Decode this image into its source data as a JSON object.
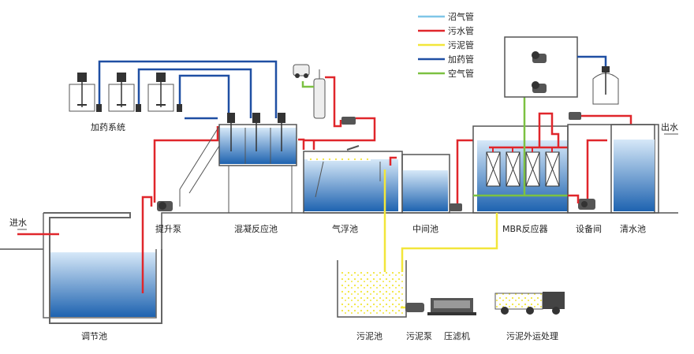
{
  "legend": [
    {
      "label": "沼气管",
      "color": "#7fc6e8"
    },
    {
      "label": "污水管",
      "color": "#e0262b"
    },
    {
      "label": "污泥管",
      "color": "#f2e63a"
    },
    {
      "label": "加药管",
      "color": "#1f4fa3"
    },
    {
      "label": "空气管",
      "color": "#7cc142"
    }
  ],
  "labels": {
    "inlet": "进水",
    "outlet": "出水",
    "dosing": "加药系统",
    "lift_pump": "提升泵",
    "coag": "混凝反应池",
    "flotation": "气浮池",
    "intermediate": "中间池",
    "mbr": "MBR反应器",
    "equipment": "设备间",
    "clear": "清水池",
    "adjust": "调节池",
    "sludge_tank": "污泥池",
    "sludge_pump": "污泥泵",
    "filter_press": "压滤机",
    "sludge_transport": "污泥外运处理"
  },
  "colors": {
    "water_top": "#cfe3f6",
    "water_bottom": "#1e63b0",
    "sewage": "#e0262b",
    "sludge": "#f2e63a",
    "dosing": "#1f4fa3",
    "air": "#7cc142",
    "outline": "#555555"
  }
}
